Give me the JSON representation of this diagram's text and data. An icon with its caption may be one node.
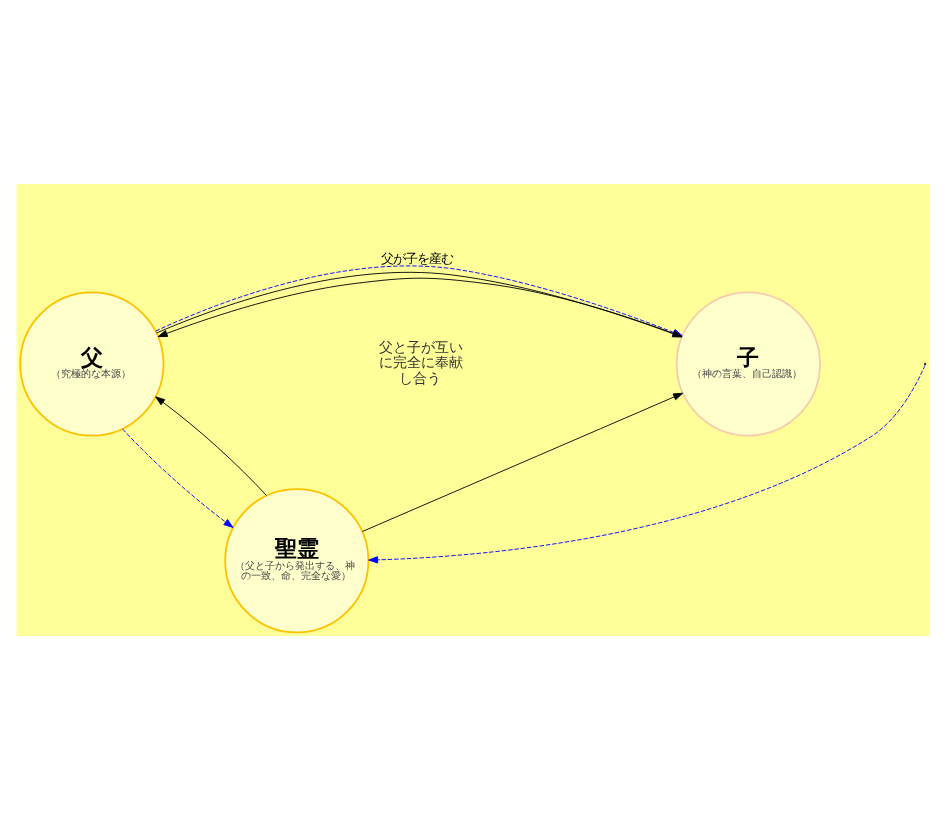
{
  "diagram": {
    "nodes": [
      {
        "text": [
          "父",
          "（究極的な本源）"
        ]
      },
      {
        "text": [
          "子",
          "（神の言葉、自己認識）"
        ]
      },
      {
        "text": [
          "聖霊",
          "（父と子から発出する、神の一致、命、完全な愛）"
        ]
      }
    ],
    "edges": [
      {
        "from": 0,
        "to": 1,
        "arrow": "to",
        "label": "父が子を産む",
        "style": "dashed",
        "color": "#0000ff"
      },
      {
        "from": 1,
        "to": 0,
        "arrow": "to"
      },
      {
        "from": 0,
        "to": 1,
        "arrow": "to"
      },
      {
        "from": null,
        "to": 2,
        "arrow": "to",
        "style": "dashed",
        "color": "#0000ff"
      },
      {
        "from": 0,
        "to": 2,
        "arrow": "to",
        "style": "dashed",
        "color": "#0000ff"
      },
      {
        "from": 2,
        "to": 0,
        "arrow": "to"
      },
      {
        "from": 2,
        "to": 1,
        "arrow": "to"
      }
    ],
    "labels": [
      "父と子が互いに完全に奉献し合う"
    ]
  }
}
